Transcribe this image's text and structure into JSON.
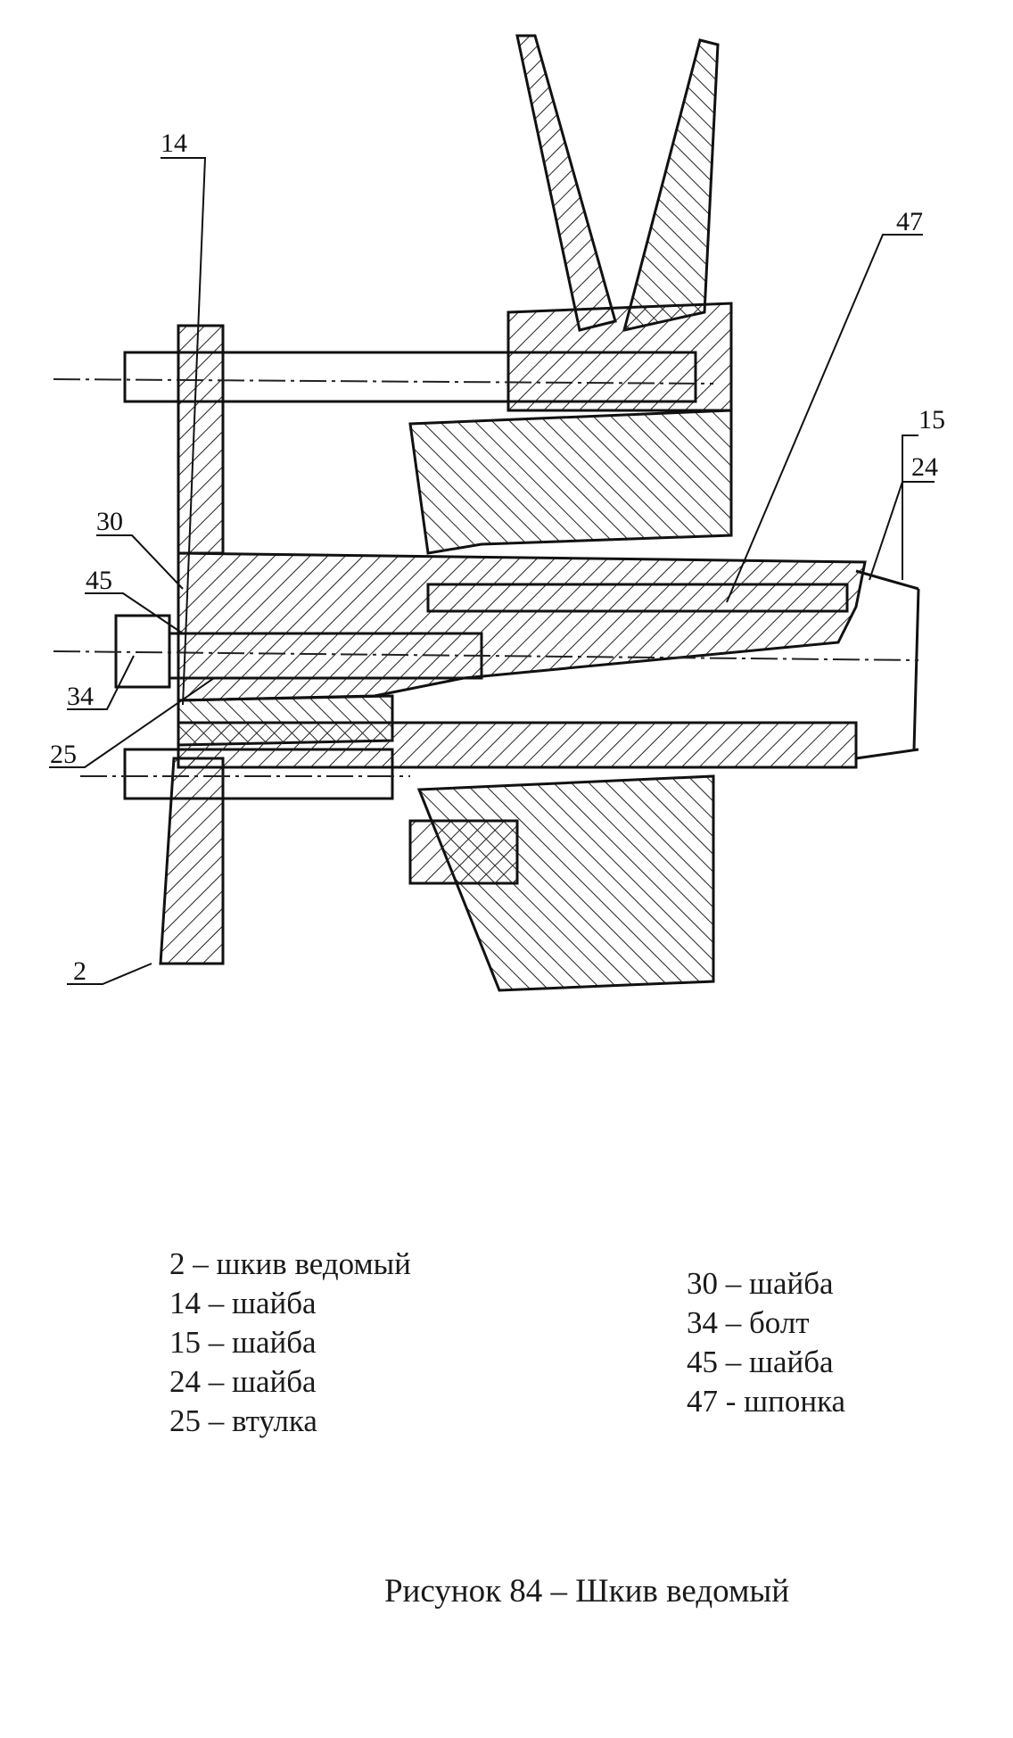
{
  "drawing": {
    "callouts": [
      {
        "id": "c14",
        "label": "14"
      },
      {
        "id": "c47",
        "label": "47"
      },
      {
        "id": "c15",
        "label": "15"
      },
      {
        "id": "c24",
        "label": "24"
      },
      {
        "id": "c30",
        "label": "30"
      },
      {
        "id": "c45",
        "label": "45"
      },
      {
        "id": "c34",
        "label": "34"
      },
      {
        "id": "c25",
        "label": "25"
      },
      {
        "id": "c2",
        "label": "2"
      }
    ]
  },
  "legend": {
    "left": [
      "2 – шкив ведомый",
      "14 – шайба",
      "15 – шайба",
      "24 – шайба",
      "25 – втулка"
    ],
    "right": [
      "30 – шайба",
      "34 – болт",
      "45 – шайба",
      "47 - шпонка"
    ]
  },
  "caption": "Рисунок 84 – Шкив ведомый"
}
